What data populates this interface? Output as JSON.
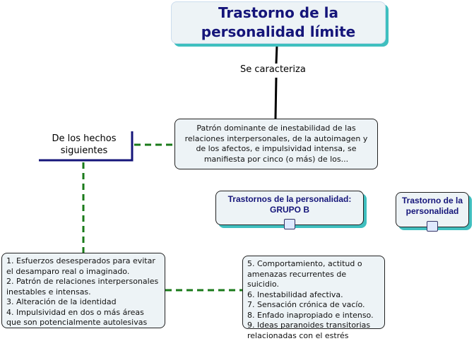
{
  "main_concept": "Trastorno de la personalidad límite",
  "link_label": "Se caracteriza",
  "definition": "Patrón dominante de inestabilidad de las relaciones interpersonales, de la autoimagen y de los afectos, e impulsividad intensa, se manifiesta por cinco (o más) de los...",
  "hechos_label": "De los hechos siguientes",
  "left_list": [
    "1. Esfuerzos desesperados para evitar el desamparo real o imaginado.",
    "2. Patrón de relaciones interpersonales inestables e intensas.",
    "3. Alteración de la identidad",
    "4. Impulsividad en dos o más áreas que son potencialmente autolesivas"
  ],
  "right_list": [
    "5.  Comportamiento, actitud o amenazas recurrentes de suicidio.",
    "6. Inestabilidad afectiva.",
    "7. Sensación crónica de vacío.",
    "8. Enfado inapropiado e intenso.",
    "9. Ideas paranoides transitorias relacionadas con el estrés"
  ],
  "group_b": "Trastornos de la personalidad: GRUPO B",
  "personality": "Trastorno de la personalidad",
  "colors": {
    "title": "#15157a",
    "shadow": "#3fbfbf",
    "dashed": "#1a7a1a"
  }
}
